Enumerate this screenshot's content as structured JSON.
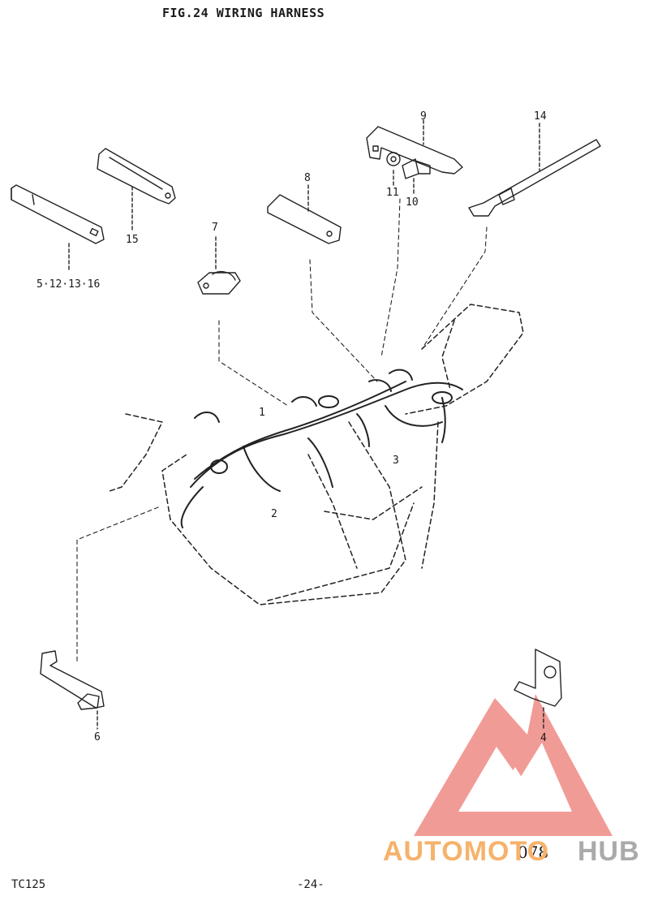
{
  "figure": {
    "title": "FIG.24  WIRING HARNESS",
    "model": "TC125",
    "page_number": "-24-",
    "plate_code": "078"
  },
  "callouts": {
    "c1": "1",
    "c2": "2",
    "c3": "3",
    "c4": "4",
    "c5": "5·12·13·16",
    "c6": "6",
    "c7": "7",
    "c8": "8",
    "c9": "9",
    "c10": "10",
    "c11": "11",
    "c14": "14",
    "c15": "15"
  },
  "watermark": {
    "part1": "AUTOMOTO",
    "part2": "HUB",
    "color_orange": "#f6b26b",
    "color_gray": "#aaaaaa",
    "color_logo": "#ef8a84"
  }
}
